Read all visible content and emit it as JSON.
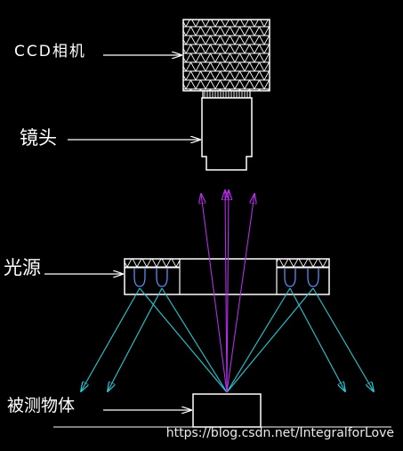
{
  "labels": {
    "camera": "CCD相机",
    "lens": "镜头",
    "light_source": "光源",
    "object": "被测物体"
  },
  "watermark": "https://blog.csdn.net/IntegralforLove",
  "colors": {
    "background": "#000000",
    "outline": "#ffffff",
    "illumination_rays": "#27c9d6",
    "imaging_rays": "#b12ee6",
    "led_cups": "#5b8cf0"
  }
}
